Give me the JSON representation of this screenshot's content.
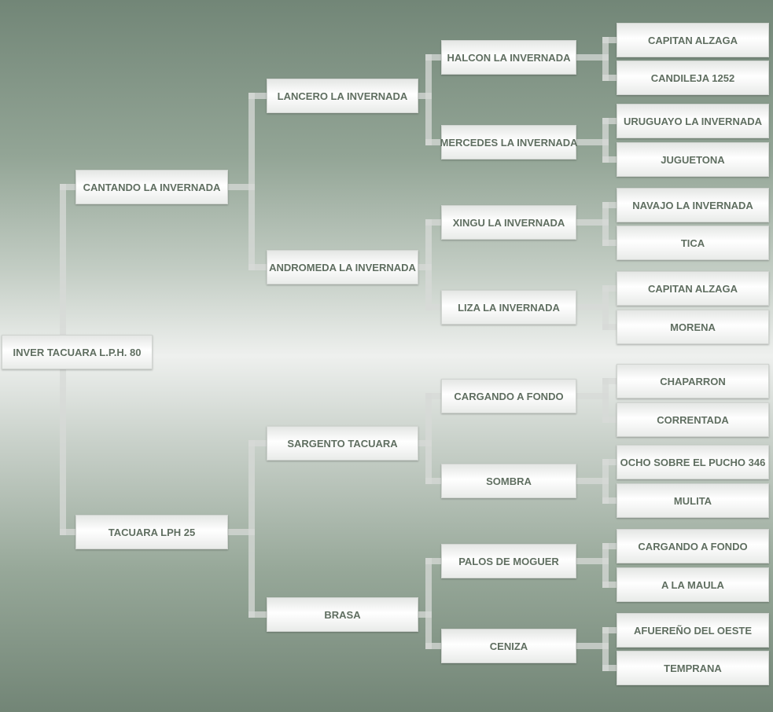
{
  "subject": "INVER TACUARA L.P.H. 80",
  "generations": [
    [
      "CANTANDO LA INVERNADA",
      "TACUARA LPH 25"
    ],
    [
      "LANCERO LA INVERNADA",
      "ANDROMEDA LA INVERNADA",
      "SARGENTO TACUARA",
      "BRASA"
    ],
    [
      "HALCON LA INVERNADA",
      "MERCEDES LA INVERNADA",
      "XINGU LA INVERNADA",
      "LIZA LA INVERNADA",
      "CARGANDO A FONDO",
      "SOMBRA",
      "PALOS DE MOGUER",
      "CENIZA"
    ],
    [
      "CAPITAN ALZAGA",
      "CANDILEJA 1252",
      "URUGUAYO LA INVERNADA",
      "JUGUETONA",
      "NAVAJO LA INVERNADA",
      "TICA",
      "CAPITAN ALZAGA",
      "MORENA",
      "CHAPARRON",
      "CORRENTADA",
      "OCHO SOBRE EL PUCHO 346",
      "MULITA",
      "CARGANDO A FONDO",
      "A LA MAULA",
      "AFUEREÑO DEL OESTE",
      "TEMPRANA"
    ]
  ],
  "colors": {
    "text": "#5f6e60",
    "connector": "#d7dad7"
  }
}
